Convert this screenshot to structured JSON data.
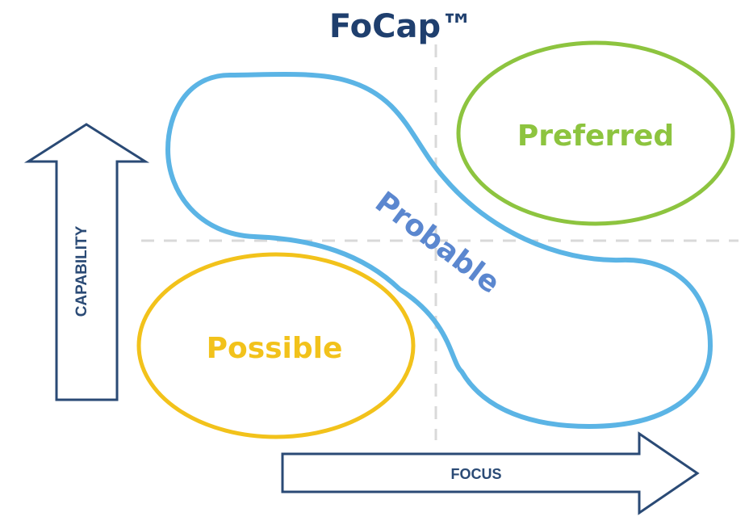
{
  "title": "FoCap™",
  "quadrant_labels": {
    "preferred": "Preferred",
    "probable": "Probable",
    "possible": "Possible"
  },
  "axes": {
    "vertical": "CAPABILITY",
    "horizontal": "FOCUS"
  },
  "colors": {
    "title": "#1f3f6e",
    "preferred": "#8dc43f",
    "probable_stroke": "#5bb4e5",
    "probable_text": "#5b87cf",
    "possible": "#f2c21b",
    "arrow_stroke": "#2a4a75",
    "grid_lines": "#d9d9d9"
  }
}
